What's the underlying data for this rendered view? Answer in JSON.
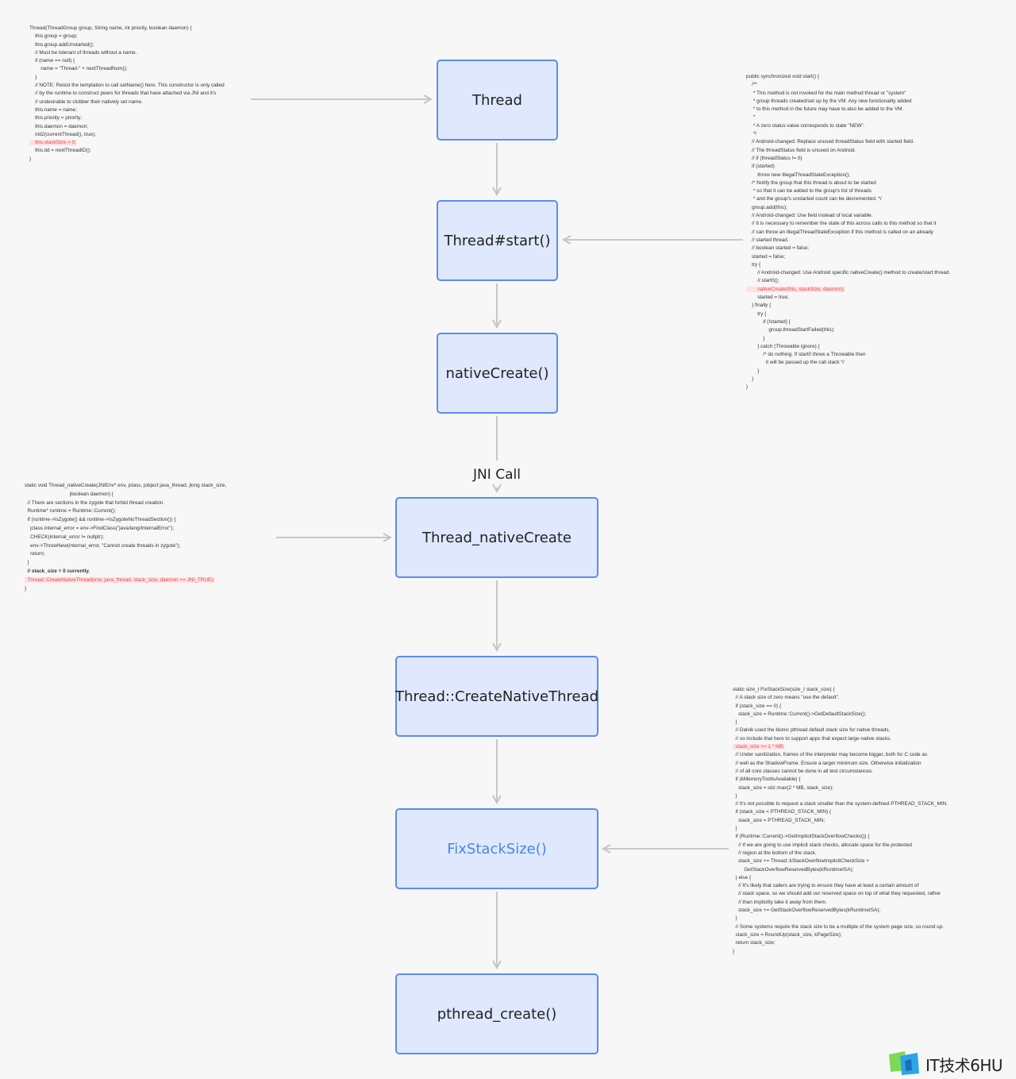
{
  "nodes": {
    "thread": "Thread",
    "thread_start": "Thread#start()",
    "native_create": "nativeCreate()",
    "jni_label": "JNI Call",
    "thread_native_create": "Thread_nativeCreate",
    "create_native_thread": "Thread::CreateNativeThread",
    "fix_stack_size": "FixStackSize()",
    "pthread_create": "pthread_create()"
  },
  "colors": {
    "box_fill": "#dfe8fc",
    "box_border": "#5b8cf0",
    "arrow": "#c8c8c8",
    "highlight_text": "#e24b4b",
    "highlight_bg": "#ffe1e1"
  },
  "code_blocks": {
    "thread_constructor": [
      "Thread(ThreadGroup group, String name, int priority, boolean daemon) {",
      "    this.group = group;",
      "    this.group.addUnstarted();",
      "    // Must be tolerant of threads without a name.",
      "    if (name == null) {",
      "        name = \"Thread-\" + nextThreadNum();",
      "    }",
      "",
      "    // NOTE: Resist the temptation to call setName() here. This constructor is only called",
      "    // by the runtime to construct peers for threads that have attached via JNI and it's",
      "    // undesirable to clobber their natively set name.",
      "    this.name = name;",
      "",
      "    this.priority = priority;",
      "    this.daemon = daemon;",
      "    init2(currentThread(), true);",
      "    this.stackSize = 0;",
      "    this.tid = nextThreadID();",
      "}"
    ],
    "thread_start": [
      "public synchronized void start() {",
      "    /**",
      "     * This method is not invoked for the main method thread or \"system\"",
      "     * group threads created/set up by the VM. Any new functionality added",
      "     * to this method in the future may have to also be added to the VM.",
      "     *",
      "     * A zero status value corresponds to state \"NEW\".",
      "     */",
      "    // Android-changed: Replace unused threadStatus field with started field.",
      "    // The threadStatus field is unused on Android.",
      "    // if (threadStatus != 0)",
      "    if (started)",
      "        throw new IllegalThreadStateException();",
      "",
      "    /* Notify the group that this thread is about to be started",
      "     * so that it can be added to the group's list of threads",
      "     * and the group's unstarted count can be decremented. */",
      "    group.add(this);",
      "",
      "    // Android-changed: Use field instead of local variable.",
      "    // It is necessary to remember the state of this across calls to this method so that it",
      "    // can throw an IllegalThreadStateException if this method is called on an already",
      "    // started thread.",
      "    // boolean started = false;",
      "    started = false;",
      "    try {",
      "        // Android-changed: Use Android specific nativeCreate() method to create/start thread.",
      "        // start0();",
      "        nativeCreate(this, stackSize, daemon);",
      "        started = true;",
      "    } finally {",
      "        try {",
      "            if (!started) {",
      "                group.threadStartFailed(this);",
      "            }",
      "        } catch (Throwable ignore) {",
      "            /* do nothing. If start0 threw a Throwable then",
      "              it will be passed up the call stack */",
      "        }",
      "    }",
      "}"
    ],
    "native_create": [
      "static void Thread_nativeCreate(JNIEnv* env, jclass, jobject java_thread, jlong stack_size,",
      "                                jboolean daemon) {",
      "  // There are sections in the zygote that forbid thread creation.",
      "  Runtime* runtime = Runtime::Current();",
      "  if (runtime->IsZygote() && runtime->IsZygoteNoThreadSection()) {",
      "    jclass internal_error = env->FindClass(\"java/lang/InternalError\");",
      "    CHECK(internal_error != nullptr);",
      "    env->ThrowNew(internal_error, \"Cannot create threads in zygote\");",
      "    return;",
      "  }",
      "  // stack_size = 0 currently.",
      "  Thread::CreateNativeThread(env, java_thread, stack_size, daemon == JNI_TRUE);",
      "}"
    ],
    "fix_stack_size": [
      "static size_t FixStackSize(size_t stack_size) {",
      "  // A stack size of zero means \"use the default\".",
      "  if (stack_size == 0) {",
      "    stack_size = Runtime::Current()->GetDefaultStackSize();",
      "  }",
      "",
      "  // Dalvik used the bionic pthread default stack size for native threads,",
      "  // so include that here to support apps that expect large native stacks.",
      "  stack_size += 1 * MB;",
      "",
      "  // Under sanitization, frames of the interpreter may become bigger, both for C code as",
      "  // well as the ShadowFrame. Ensure a larger minimum size. Otherwise initialization",
      "  // of all core classes cannot be done in all test circumstances.",
      "  if (kMemoryToolIsAvailable) {",
      "    stack_size = std::max(2 * MB, stack_size);",
      "  }",
      "",
      "  // It's not possible to request a stack smaller than the system-defined PTHREAD_STACK_MIN.",
      "  if (stack_size < PTHREAD_STACK_MIN) {",
      "    stack_size = PTHREAD_STACK_MIN;",
      "  }",
      "",
      "  if (Runtime::Current()->GetImplicitStackOverflowChecks()) {",
      "    // If we are going to use implicit stack checks, allocate space for the protected",
      "    // region at the bottom of the stack.",
      "    stack_size += Thread::kStackOverflowImplicitCheckSize +",
      "        GetStackOverflowReservedBytes(kRuntimeISA);",
      "  } else {",
      "    // It's likely that callers are trying to ensure they have at least a certain amount of",
      "    // stack space, so we should add our reserved space on top of what they requested, rather",
      "    // than implicitly take it away from them.",
      "    stack_size += GetStackOverflowReservedBytes(kRuntimeISA);",
      "  }",
      "",
      "  // Some systems require the stack size to be a multiple of the system page size, so round up.",
      "  stack_size = RoundUp(stack_size, kPageSize);",
      "",
      "  return stack_size;",
      "}"
    ]
  },
  "logo": {
    "text": "IT技术6HU"
  }
}
